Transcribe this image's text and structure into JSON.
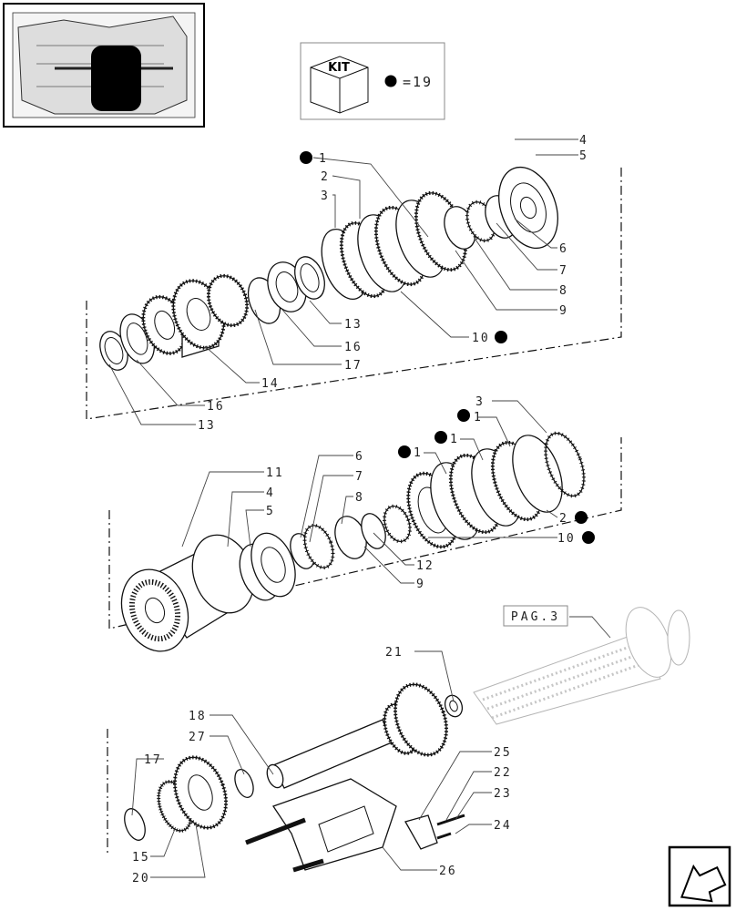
{
  "kit_box": {
    "kit_label": "KIT",
    "equals_label": "=19"
  },
  "page_ref": {
    "label": "PAG.3"
  },
  "callouts": {
    "c1": "1",
    "c2": "2",
    "c3": "3",
    "c4": "4",
    "c5": "5",
    "c6": "6",
    "c7": "7",
    "c8": "8",
    "c9": "9",
    "c10": "10",
    "c13": "13",
    "c14": "14",
    "c16": "16",
    "c17": "17",
    "m1a": "1",
    "m1b": "1",
    "m1c": "1",
    "m2": "2",
    "m3": "3",
    "m4": "4",
    "m5": "5",
    "m6": "6",
    "m7": "7",
    "m8": "8",
    "m9": "9",
    "m10": "10",
    "m11": "11",
    "m12": "12",
    "b15": "15",
    "b17": "17",
    "b18": "18",
    "b20": "20",
    "b21": "21",
    "b22": "22",
    "b23": "23",
    "b24": "24",
    "b25": "25",
    "b26": "26",
    "b27": "27"
  },
  "colors": {
    "ink": "#111111",
    "paper": "#ffffff",
    "marker": "#000000"
  },
  "icons": {
    "kit": "kit-cube-icon",
    "marker": "kit-marker-dot-icon",
    "nav": "next-page-arrow-icon"
  }
}
